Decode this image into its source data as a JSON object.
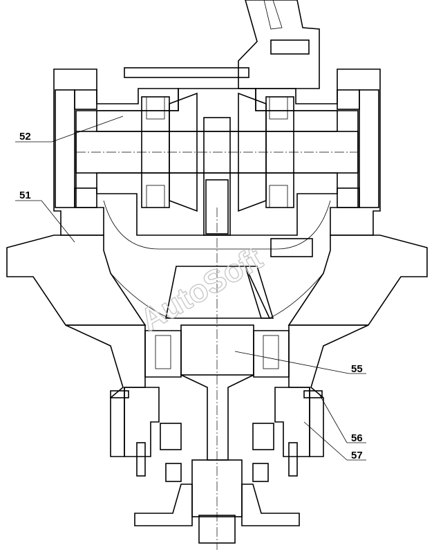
{
  "labels": {
    "l51": "51",
    "l52": "52",
    "l55": "55",
    "l56": "56",
    "l57": "57"
  },
  "watermark": "AutoSoft",
  "colors": {
    "line": "#000000",
    "hatch": "#000000",
    "watermark": "#c8c8c8",
    "background": "#ffffff"
  }
}
